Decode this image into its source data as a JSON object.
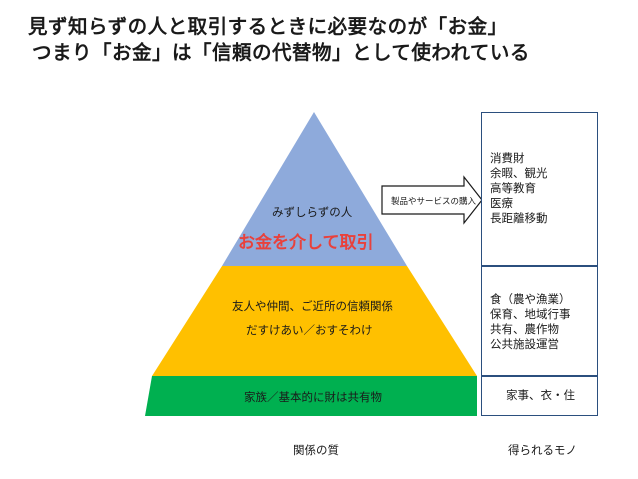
{
  "title": {
    "line1": "見ず知らずの人と取引するときに必要なのが「お金」",
    "line2": "つまり「お金」は「信頼の代替物」として使われている"
  },
  "pyramid": {
    "top": {
      "label": "みずしらずの人",
      "emphasis": "お金を介して取引",
      "color": "#8eaadb",
      "emphasis_color": "#e8413c"
    },
    "middle": {
      "line1": "友人や仲間、ご近所の信頼関係",
      "line2": "だすけあい／おすそわけ",
      "color": "#ffc000"
    },
    "bottom": {
      "label": "家族／基本的に財は共有物",
      "color": "#00b050"
    }
  },
  "arrow": {
    "label": "製品やサービスの購入"
  },
  "boxes": {
    "top": [
      "消費財",
      "余暇、観光",
      "高等教育",
      "医療",
      "長距離移動"
    ],
    "middle": [
      "食（農や漁業）",
      "保育、地域行事",
      "共有、農作物",
      "公共施設運営"
    ],
    "bottom": [
      "家事、衣・住"
    ]
  },
  "footer": {
    "left": "関係の質",
    "right": "得られるモノ"
  }
}
